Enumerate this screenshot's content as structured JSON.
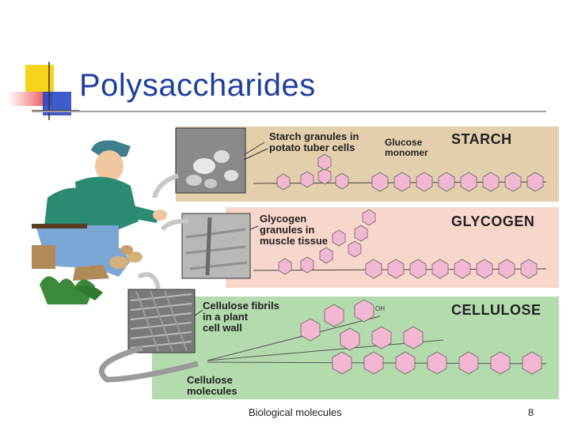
{
  "title": "Polysaccharides",
  "footer": {
    "text": "Biological molecules",
    "page_number": "8"
  },
  "colors": {
    "accent_yellow": "#f6d31b",
    "accent_red": "#e53a3a",
    "accent_blue": "#2a4ac7",
    "title_blue": "#1f3fa0",
    "starch_panel": "#e3cfac",
    "glycogen_panel": "#f8d6cc",
    "cellulose_panel": "#b4dbae",
    "glucose_pink": "#f3b7d3"
  },
  "panels": {
    "starch": {
      "label": "STARCH",
      "callout": [
        "Starch granules in",
        "potato tuber cells"
      ],
      "monomer": [
        "Glucose",
        "monomer"
      ]
    },
    "glycogen": {
      "label": "GLYCOGEN",
      "callout": [
        "Glycogen",
        "granules in",
        "muscle tissue"
      ]
    },
    "cellulose": {
      "label": "CELLULOSE",
      "callout": [
        "Cellulose fibrils",
        "in a plant",
        "cell wall"
      ],
      "molecules": [
        "Cellulose",
        "molecules"
      ],
      "oh": "OH"
    }
  },
  "icons": [
    "farmer-illustration",
    "potato-plant",
    "micrograph-starch",
    "micrograph-glycogen",
    "micrograph-cellulose"
  ]
}
